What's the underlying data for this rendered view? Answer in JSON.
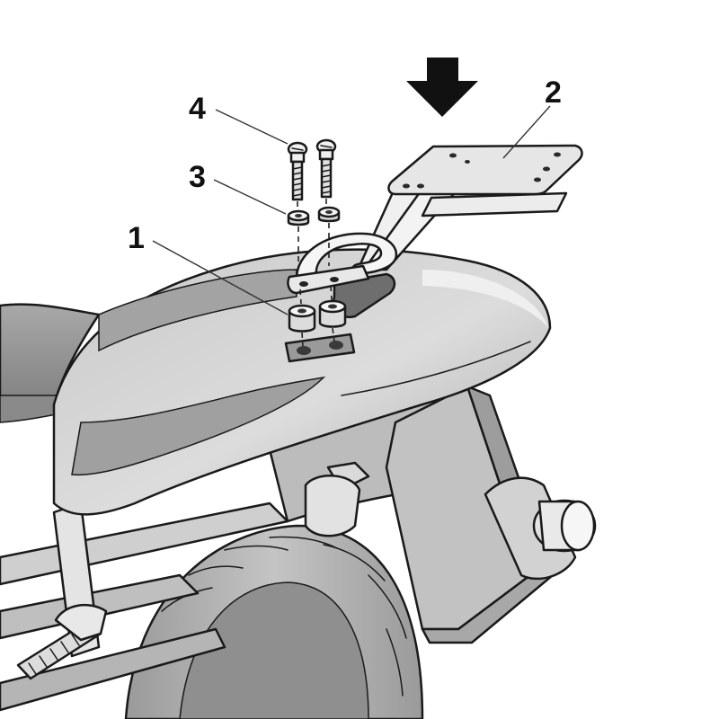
{
  "callouts": [
    {
      "number": "1",
      "part": "spacer"
    },
    {
      "number": "2",
      "part": "mounting-plate"
    },
    {
      "number": "3",
      "part": "washer"
    },
    {
      "number": "4",
      "part": "bolt"
    }
  ],
  "colors": {
    "background": "#ffffff",
    "fairing_light": "#d4d4d4",
    "fairing_mid": "#b9b9b9",
    "fairing_dark": "#8c8c8c",
    "metal": "#e6e6e6",
    "ink": "#1a1a1a"
  },
  "icons": {
    "direction": "down-arrow-icon"
  }
}
